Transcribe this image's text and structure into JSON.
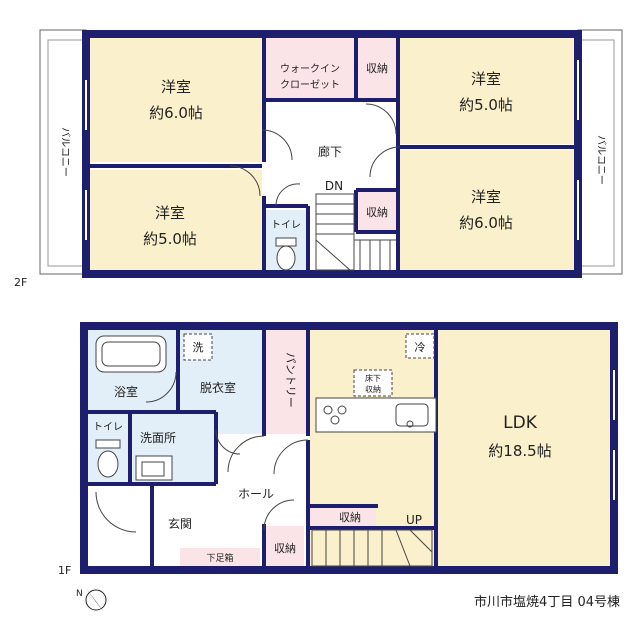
{
  "floors": {
    "second": {
      "label": "2F",
      "rooms": {
        "nw": {
          "name": "洋室",
          "size": "約6.0帖"
        },
        "sw": {
          "name": "洋室",
          "size": "約5.0帖"
        },
        "ne": {
          "name": "洋室",
          "size": "約5.0帖"
        },
        "se": {
          "name": "洋室",
          "size": "約6.0帖"
        },
        "wic_line1": "ウォークイン",
        "wic_line2": "クローゼット",
        "storage_top": "収納",
        "storage_mid": "収納",
        "hall": "廊下",
        "stairs_dn": "DN",
        "toilet": "トイレ",
        "balcony_left": "バルコニー",
        "balcony_right": "バルコニー"
      }
    },
    "first": {
      "label": "1F",
      "rooms": {
        "ldk_name": "LDK",
        "ldk_size": "約18.5帖",
        "bath": "浴室",
        "dressing": "脱衣室",
        "washer": "洗",
        "washroom": "洗面所",
        "toilet": "トイレ",
        "pantry": "パントリー",
        "fridge": "冷",
        "underfloor_line1": "床下",
        "underfloor_line2": "収納",
        "hall": "ホール",
        "entrance": "玄関",
        "shoe_box": "下足箱",
        "storage_stair": "収納",
        "storage_hall": "収納",
        "stairs_up": "UP"
      }
    }
  },
  "property_name": "市川市塩焼4丁目 04号棟",
  "colors": {
    "wall": "#1d1f6e",
    "bedroom": "#faf0cc",
    "storage": "#fbe4e8",
    "wet_area": "#e2eef8",
    "ldk": "#faf0cc"
  }
}
